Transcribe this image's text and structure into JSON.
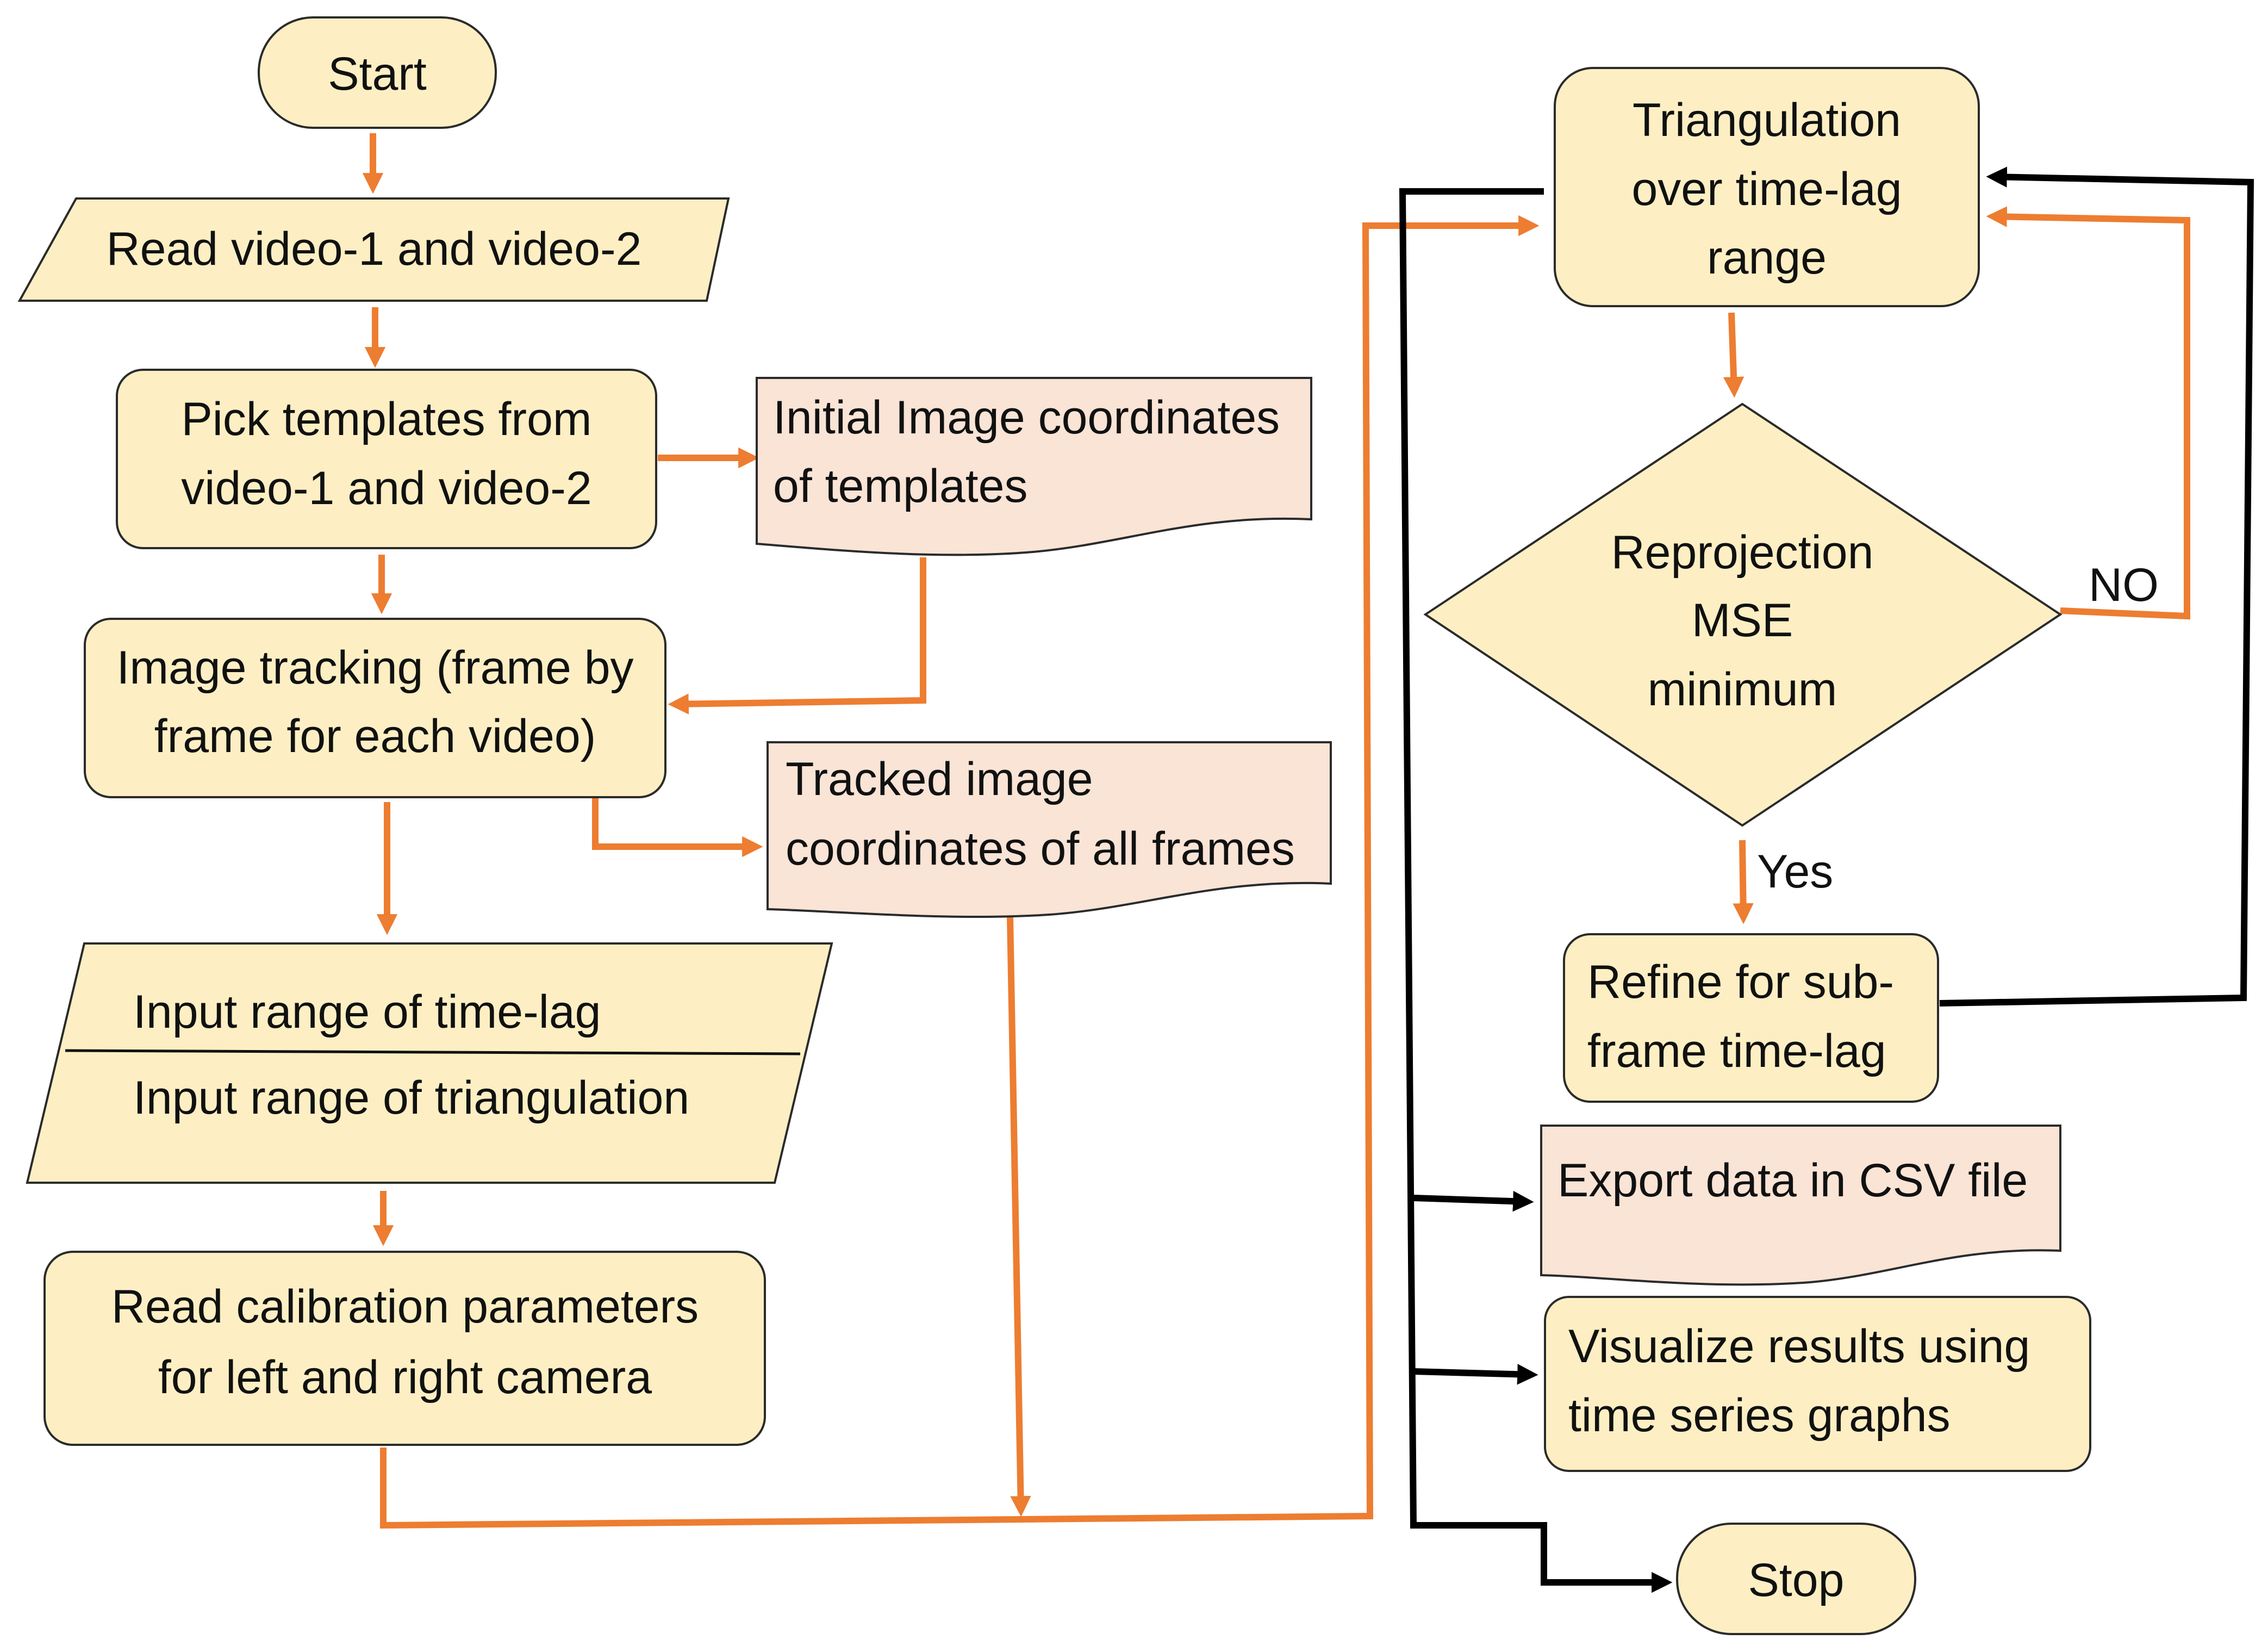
{
  "colors": {
    "node_fill": "#fdefc3",
    "doc_fill": "#f9e4d6",
    "border": "#2b2b2b",
    "orange_arrow": "#ed7d31",
    "black_arrow": "#000000"
  },
  "nodes": {
    "start": "Start",
    "read_video": "Read video-1 and video-2",
    "pick_templates": [
      "Pick templates from",
      "video-1 and video-2"
    ],
    "initial_coords": [
      "Initial Image coordinates",
      "of templates"
    ],
    "image_tracking": [
      "Image tracking (frame by",
      "frame for each video)"
    ],
    "tracked_coords": [
      "Tracked image",
      "coordinates of all frames"
    ],
    "input_ranges": [
      "Input range of time-lag",
      "Input range of triangulation"
    ],
    "read_calibration": [
      "Read calibration parameters",
      "for left and right camera"
    ],
    "triangulation": [
      "Triangulation",
      "over time-lag",
      "range"
    ],
    "reprojection": [
      "Reprojection",
      "MSE",
      "minimum"
    ],
    "refine": [
      "Refine for sub-",
      "frame time-lag"
    ],
    "export": "Export data in CSV file",
    "visualize": [
      "Visualize results using",
      "time series graphs"
    ],
    "stop": "Stop"
  },
  "edge_labels": {
    "no": "NO",
    "yes": "Yes"
  }
}
